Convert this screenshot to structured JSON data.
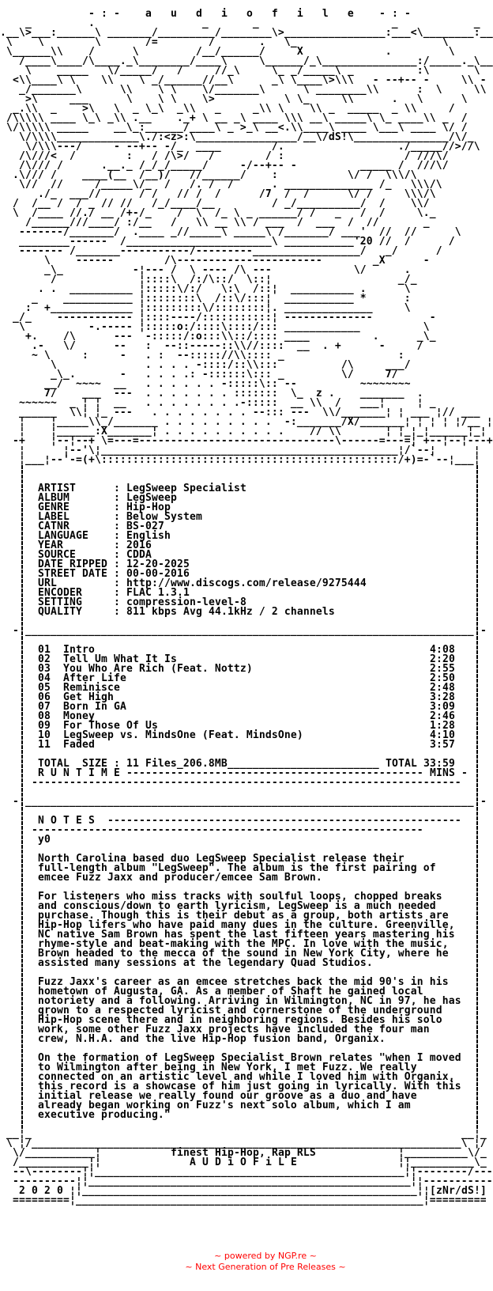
{
  "header": {
    "decor": "- : -",
    "title": "a   u   d   i   o   f   i   l   e",
    "art": [
      "",
      "    _         .                 _       _                     _            _",
      ".__\\>___:______\\ _______/_________/________\\>________________:___<\\________:___</_.",
      " \\    \\        \\       /=        /       .   \\_                       \\          /  /",
      " \\______\\\\    /      \\         /__/______/     X             .         \\       //___/",
      "   /____\\____/\\____._\\________/____\\     \\______/_\\_______________:/_____._\\______/",
      "    \\    _____   \\/_____/   /     //_\\     \\_ _/_____\\ _          :\\       \\    \\   .",
      "  <\\\\____\\ \\    \\\\    \\ _/______//__\\      _\\ \\____\\>\\\\\\   - --+-- -     \\\\ -",
      "   _/_______\\      \\\\    \\ \\    \\/_______\\      \\ ________\\\\      :  \\     \\\\",
      "    >\\     ___      \\    \\ \\    \\>           \\ \\_     \\\\      .   \\      \\",
      "  _.\\\\  _    >\\   \\  _ \\_\\  _\\\\   _     _\\\\ \\    \\\\ _  _____  _ \\\\     /",
      " /\\\\\\\\\\ ____ \\_\\ _\\\\ .__    ._+ \\ __ _\\ ____ \\\\\\ __\\ _____\\ \\_ ____\\\\ _  /",
      " \\/\\\\\\\\\\ _____    __\\_:______/____\\ _ >_\\ __<.\\\\____\\ ____ \\___\\ ____ \\/ /",
      "   \\/\\\\\\\\_____________\\./:<z>:\\________________/__\\/dS!\\_______________/\\/_",
      "    \\/\\\\\\---/     - --+-- -/_  ____        /.                  ./_____//>//\\",
      "   /\\///<  /        :   / /\\>/   /        / :                   / ///\\/",
      "   /\\/// /      .__._ /_/_/_____/     -/--+-- -          _____ /  ///\\/",
      "  .\\/// /    ____(__  /__)/   //______/    :           \\/ /  \\\\\\/\\",
      "   \\//  //     /_____\\/_  /   /. /  /      . ______________ /_   \\\\\\/\\",
      "      ./_  ___//      / /   // /  /      /7  /  /      \\/ /     \\\\\\/\\",
      "  /  /__ /  / _ // //   /_/____/__         / _/__________/  /    \\\\/",
      "  \\  /____ //./ __ /+-/_    /  \\  /_ \\ _ ______/ /   _   /  /     \\._",
      "    /______///____/ :/__   /   \\\\ __ \\\\ / ___  /  ___  /  //       _",
      "   -------/_______/  .____ _//_____\\ _____\\ /_______/ ___'  //  //      \\",
      "   ________------  /_______________________\\ ___________'20 //  /      /",
      "   ------- /_______-----------/---------_________________/   _/      /",
      "       \\    ------        /\\-----------------------        _X      -",
      "       _\\_           -¦--- /  \\ ---- /\\ ---             \\/      .",
      "        /             ¦::::\\  /:/\\::/  \\::¦                    _/_",
      "      . .  __________ ¦:::::\\/:/   \\:\\  /::¦  __________ .      \\",
      "     _    ___________ ¦::::::::\\  /::\\/:::¦  ___________ *      :",
      "    :  +_____________ ¦:::::::::\\/::::::::¦. ______________     \\",
      "  _/_    ------------ ¦::::----/:::::::::::¦ --------------         -",
      "   \\          -.----- ¦:::::o:/::::\\::::/::: ____________          \\",
      "    +.    /\\      ---  -:::::/:o:::\\\\::/:::: ____          .      _\\_",
      "     .-   \\/      --   :  --::-----::\\\\//::::  __  . +      -     /",
      "     ~ \\     :     -   . :  --::::://\\\\:::: _                  :",
      "        \\              . . . . -::::/::\\\\:::          /\\     ___/",
      "        _\\_.       -   . . . .: -::::::\\::: _         \\/     7/",
      "       __/  ~~~~  __   . . . . . . -:::::\\:: --          ~~~~~~~~",
      "       7/    ___  ---  . . . . . . . :::::::  \\_  z .    _______  .",
      "   ~~~~~~  _ ¦ ¦  __   . . . . . . . .-:::::  __ \\\\  /   ___¦     ¦ _",
      "   ______  \\\\¦ ¦_ ---   . . . . . . . . --::: ---  \\\\/_______¦ ¦ ___ ¦// ___",
      "   ¦    ¦_____\\\\_/_______ . . . . . . . . .  -:_______/X/_______¦ ¦ ¦ ¦ ¦/__ ¦ ¦",
      "   ¦    ¦______:X_______¦ . . . . . . . . . .    // \\\\       ¦ ¦_¦_¦______¦_¦ ¦",
      "  -+    ¦--¦--+ \\=---=-------------------------------\\------=---=¦ +--¦--¦---+-",
      "   ¦      ¦--'\\¦_______________________________________________¦/`--¦      ¦",
      "   ¦___¦--'-=(+\\:::::::::::::::::::::::::::::::::::::::::::::::/+)=-`--¦___¦"
    ]
  },
  "info": {
    "fields": [
      {
        "label": "ARTIST",
        "value": "LegSweep Specialist"
      },
      {
        "label": "ALBUM",
        "value": "LegSweep"
      },
      {
        "label": "GENRE",
        "value": "Hip-Hop"
      },
      {
        "label": "LABEL",
        "value": "Below System"
      },
      {
        "label": "CATNR",
        "value": "BS-027"
      },
      {
        "label": "LANGUAGE",
        "value": "English"
      },
      {
        "label": "YEAR",
        "value": "2016"
      },
      {
        "label": "SOURCE",
        "value": "CDDA"
      },
      {
        "label": "DATE RIPPED",
        "value": "12-20-2025"
      },
      {
        "label": "STREET DATE",
        "value": "00-00-2016"
      },
      {
        "label": "URL",
        "value": "http://www.discogs.com/release/9275444"
      },
      {
        "label": "ENCODER",
        "value": "FLAC 1.3.1"
      },
      {
        "label": "SETTING",
        "value": "compression-level-8"
      },
      {
        "label": "QUALITY",
        "value": "811 kbps Avg 44.1kHz / 2 channels"
      }
    ]
  },
  "tracks": [
    {
      "no": "01",
      "title": "Intro",
      "time": "4:08"
    },
    {
      "no": "02",
      "title": "Tell Um What It Is",
      "time": "2:20"
    },
    {
      "no": "03",
      "title": "You Who Are Rich (Feat. Nottz)",
      "time": "2:55"
    },
    {
      "no": "04",
      "title": "After Life",
      "time": "2:50"
    },
    {
      "no": "05",
      "title": "Reminisce",
      "time": "2:48"
    },
    {
      "no": "06",
      "title": "Get High",
      "time": "3:28"
    },
    {
      "no": "07",
      "title": "Born In GA",
      "time": "3:09"
    },
    {
      "no": "08",
      "title": "Money",
      "time": "2:46"
    },
    {
      "no": "09",
      "title": "For Those Of Us",
      "time": "1:28"
    },
    {
      "no": "10",
      "title": "LegSweep vs. MindsOne (Feat. MindsOne)",
      "time": "4:10"
    },
    {
      "no": "11",
      "title": "Faded",
      "time": "3:57"
    }
  ],
  "totals": {
    "size_line": "TOTAL  SIZE : 11 Files_206.8MB",
    "total_line": "TOTAL 33:59",
    "runtime_label": "R U N T I M E",
    "mins": "MINS"
  },
  "notes": {
    "heading": "N O T E S",
    "greeting": "y0",
    "paragraphs": [
      [
        "North Carolina based duo LegSweep Specialist release their",
        "full-length album \"LegSweep\". The album is the first pairing of",
        "emcee Fuzz Jaxx and producer/emcee Sam Brown."
      ],
      [
        "For listeners who miss tracks with soulful loops, chopped breaks",
        "and conscious/down to earth lyricism, LegSweep is a much needed",
        "purchase. Though this is their debut as a group, both artists are",
        "Hip-Hop lifers who have paid many dues in the culture. Greenville,",
        "NC native Sam Brown has spent the last fifteen years mastering his",
        "rhyme-style and beat-making with the MPC. In love with the music,",
        "Brown headed to the mecca of the sound in New York City, where he",
        "assisted many sessions at the legendary Quad Studios."
      ],
      [
        "Fuzz Jaxx's career as an emcee stretches back the mid 90's in his",
        "hometown of Augusta, GA. As a member of Shaft he gained local",
        "notoriety and a following. Arriving in Wilmington, NC in 97, he has",
        "grown to a respected lyricist and cornerstone of the underground",
        "Hip-Hop scene there and in neighboring regions. Besides his solo",
        "work, some other Fuzz Jaxx projects have included the four man",
        "crew, N.H.A. and the live Hip-Hop fusion band, Organix."
      ],
      [
        "On the formation of LegSweep Specialist Brown relates \"when I moved",
        "to Wilmington after being in New York, I met Fuzz. We really",
        "connected on an artistic level and while I loved him with Organix,",
        "this record is a showcase of him just going in lyrically. With this",
        "initial release we really found our groove as a duo and have",
        "already began working on Fuzz's next solo album, which I am",
        "executive producing.\""
      ]
    ]
  },
  "footer": {
    "tagline": "finest Hip-Hop, Rap RLS",
    "group": "A U D i O F i L E",
    "year": "2 0 2 0",
    "credit": "[zNr/dS!]",
    "art": [
      " __¦_                                                                    __¦_",
      " \\ ¦/____________________________________________________________________\\ ¦/",
      "  \\/___________¦                                               ¦__________\\/_",
      "  /___________¦¦                                               ¦¦__________\\_",
      "  --\\--------¦¦_________________________________________________¦¦--------/---",
      "  ----------¦¦___________________________________________________¦¦-----------",
      "           ¦¦_____________________________________________________¦¦",
      "  =========¦_______________________________________________________¦========="
    ]
  },
  "powered": {
    "line1": "~ powered by NGP.re ~",
    "line2": "~ Next Generation of Pre Releases ~"
  },
  "colors": {
    "text": "#000000",
    "background": "#ffffff",
    "powered": "#ff0000"
  }
}
